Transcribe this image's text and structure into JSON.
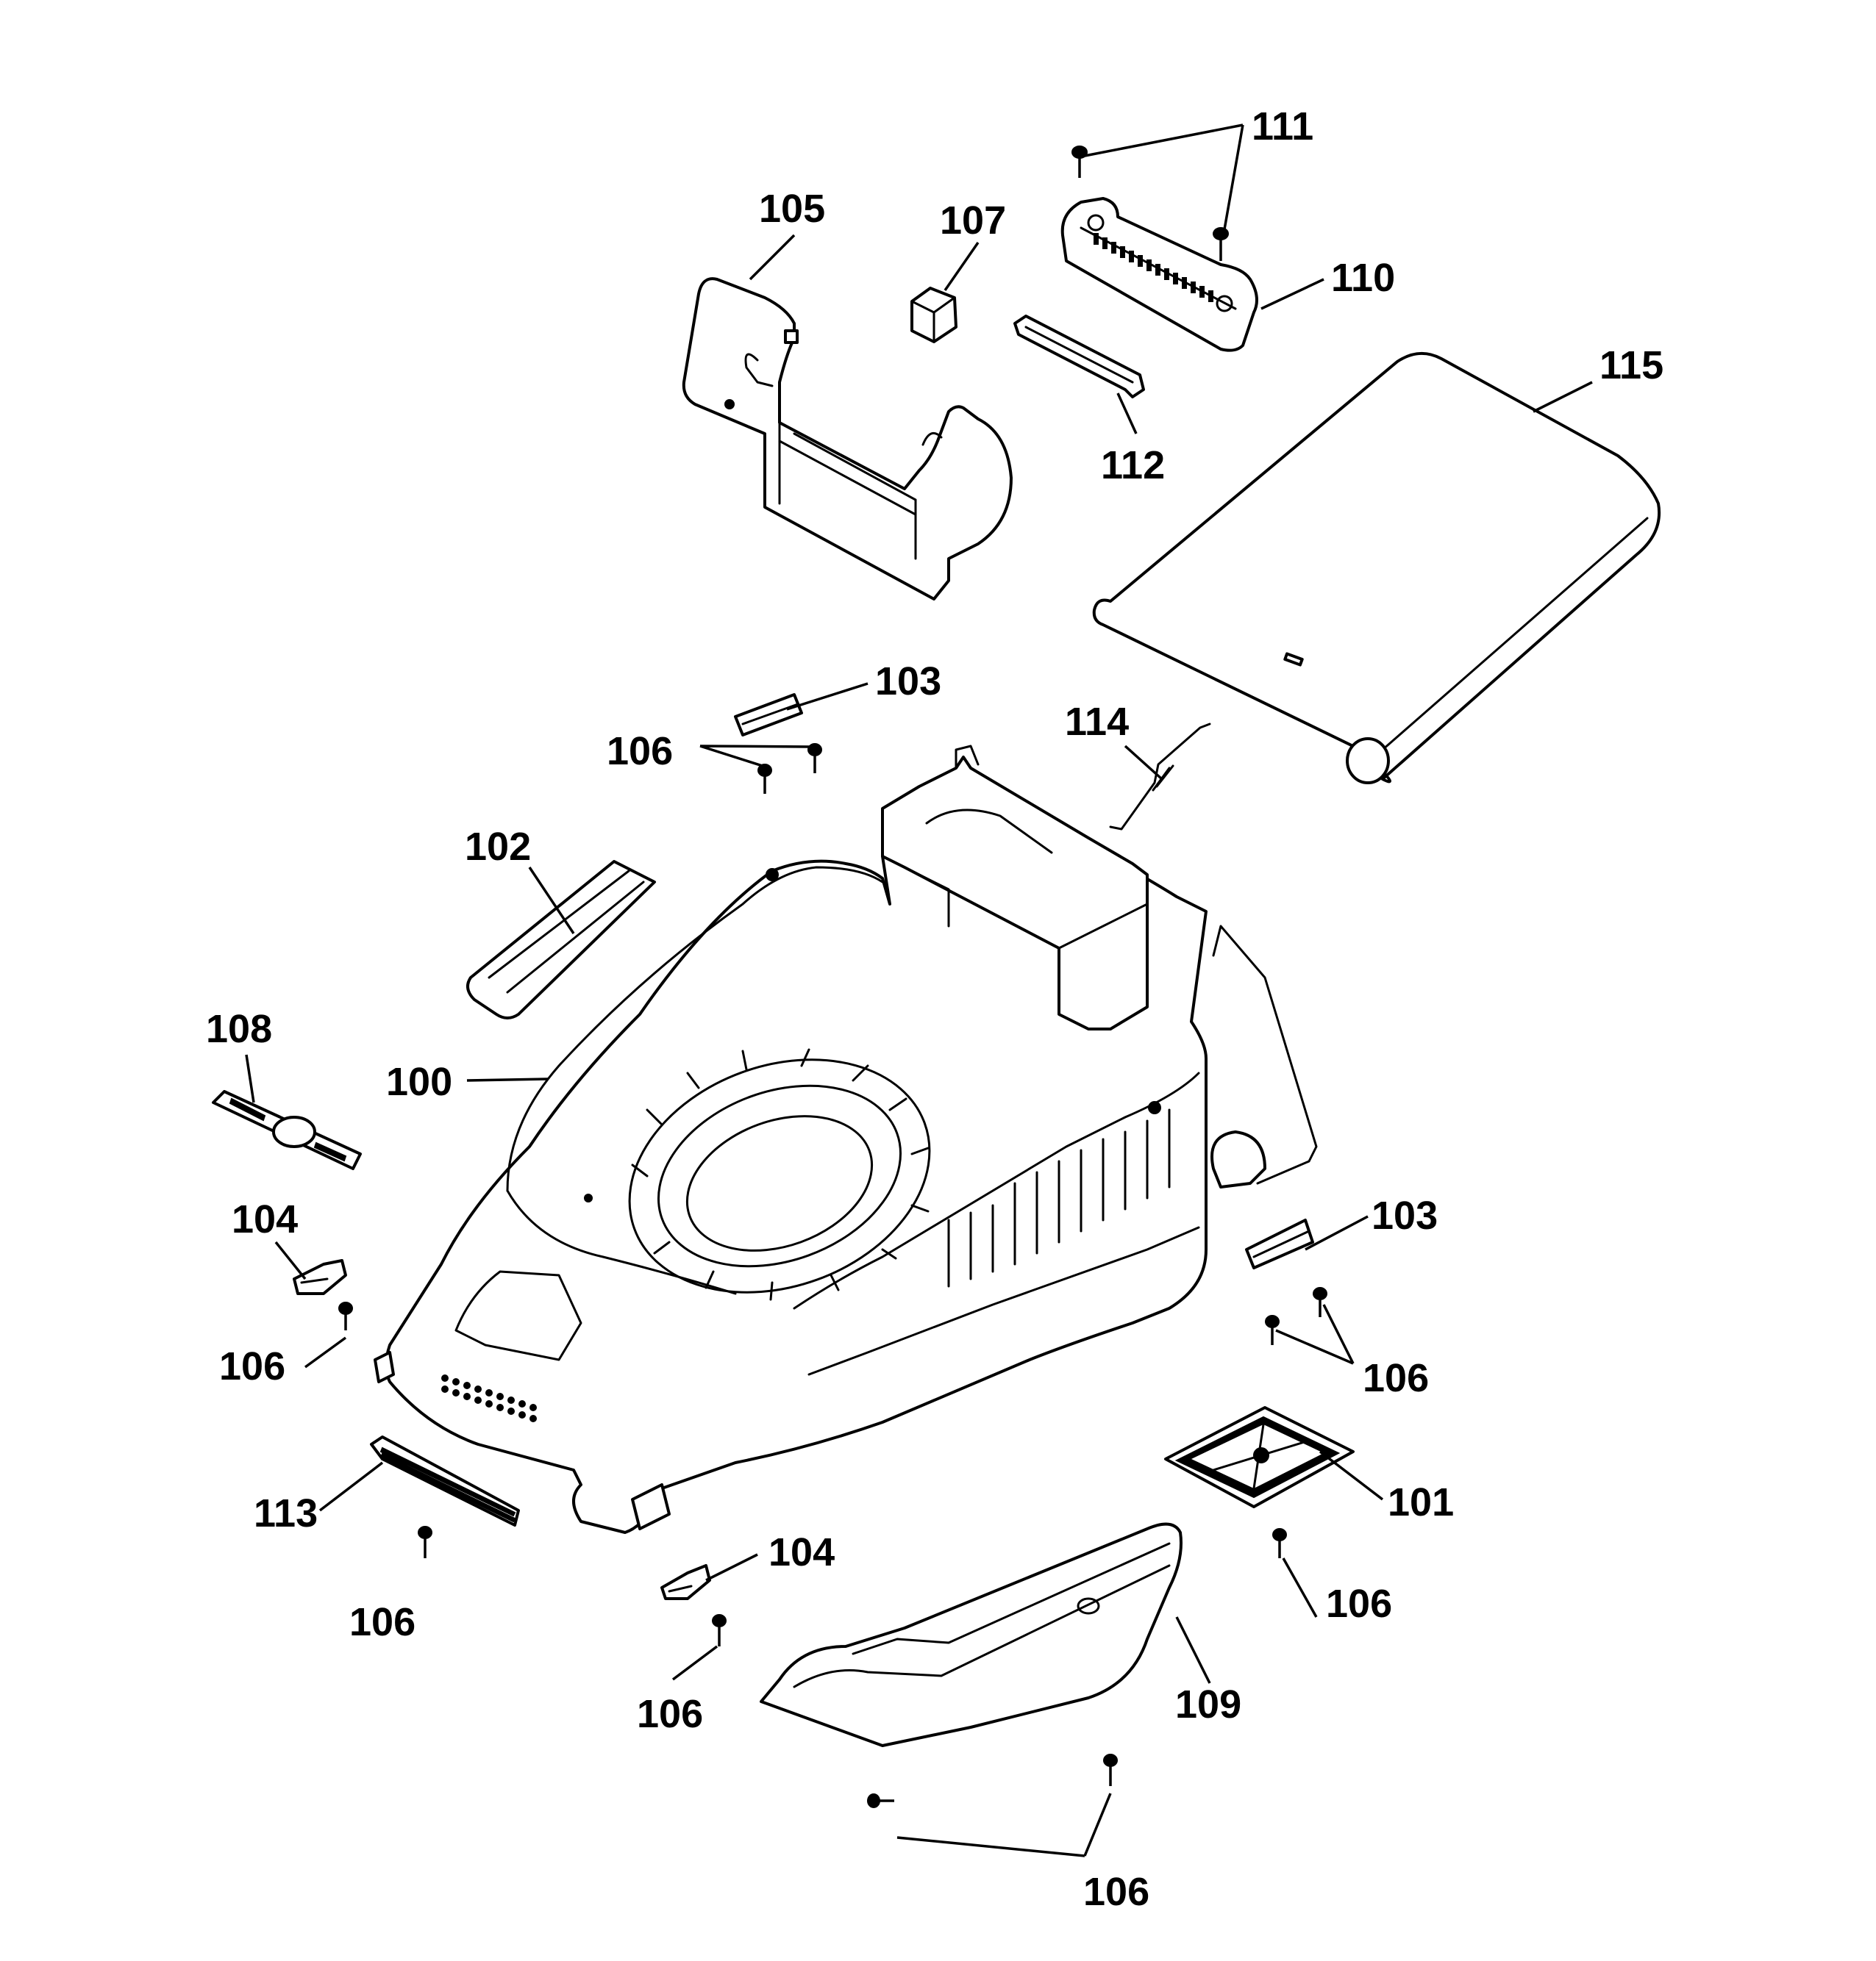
{
  "diagram": {
    "background_color": "#ffffff",
    "line_color": "#000000",
    "callouts": {
      "c111": "111",
      "c105": "105",
      "c107": "107",
      "c110": "110",
      "c115": "115",
      "c112": "112",
      "c103a": "103",
      "c106a": "106",
      "c114": "114",
      "c102": "102",
      "c108": "108",
      "c100": "100",
      "c104a": "104",
      "c103b": "103",
      "c106b": "106",
      "c106c": "106",
      "c113": "113",
      "c101": "101",
      "c106d": "106",
      "c104b": "104",
      "c106e": "106",
      "c106f": "106",
      "c109": "109",
      "c106g": "106"
    }
  }
}
